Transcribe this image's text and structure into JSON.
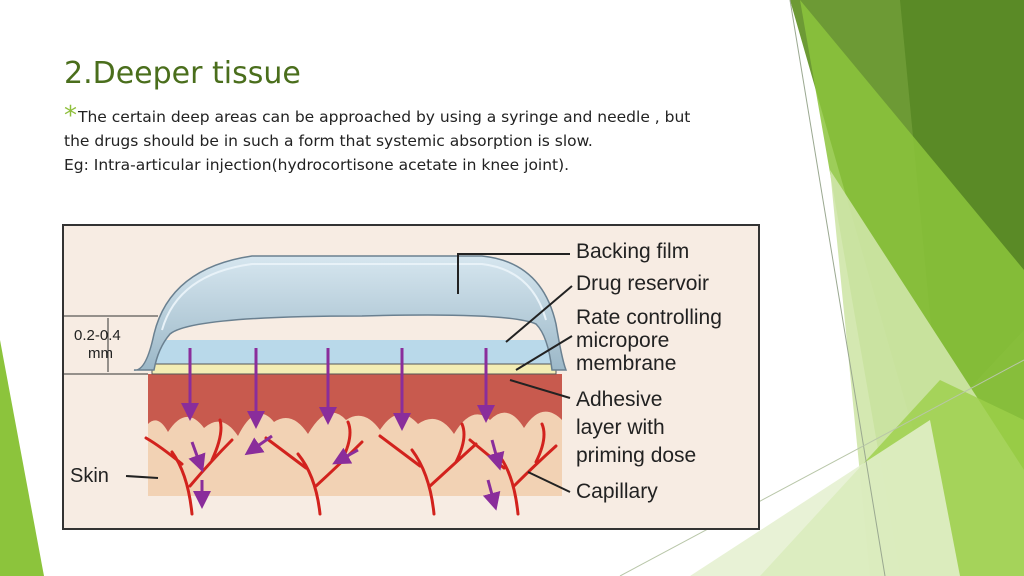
{
  "slide": {
    "title": "2.Deeper tissue",
    "bullet_mark": "*",
    "body_line1": "The certain deep areas can be approached by using a syringe and needle , but",
    "body_line2": "the drugs should be in such a form that systemic absorption is slow.",
    "body_line3": "Eg: Intra-articular injection(hydrocortisone acetate in knee joint)."
  },
  "diagram": {
    "dimension_value": "0.2-0.4",
    "dimension_unit": "mm",
    "skin_label": "Skin",
    "labels": {
      "backing_film": "Backing film",
      "drug_reservoir": "Drug reservoir",
      "rate_line1": "Rate controlling",
      "rate_line2": "micropore",
      "rate_line3": "membrane",
      "adhesive_line1": "Adhesive",
      "adhesive_line2": "layer with",
      "adhesive_line3": "priming dose",
      "capillary": "Capillary"
    }
  },
  "colors": {
    "title_green": "#4a6e1c",
    "accent_green": "#8fbf3c"
  }
}
